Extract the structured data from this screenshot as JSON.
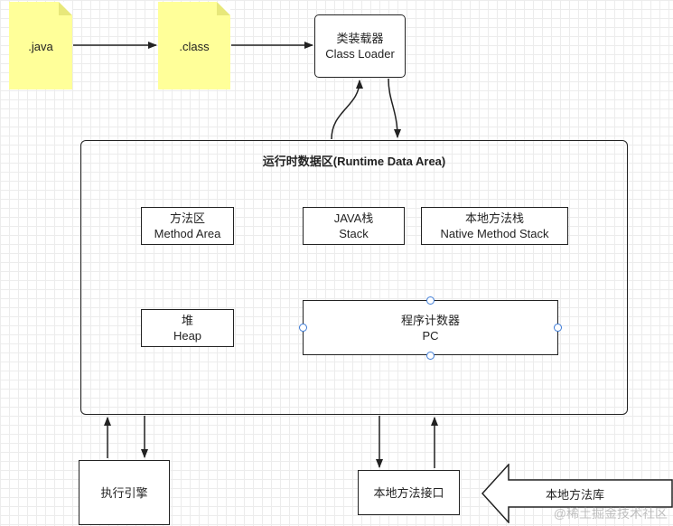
{
  "notes": {
    "java": ".java",
    "class": ".class"
  },
  "class_loader": {
    "line1": "类装载器",
    "line2": "Class Loader"
  },
  "runtime_area": {
    "title": "运行时数据区(Runtime Data Area)",
    "method_area": {
      "line1": "方法区",
      "line2": "Method Area"
    },
    "java_stack": {
      "line1": "JAVA栈",
      "line2": "Stack"
    },
    "native_stack": {
      "line1": "本地方法栈",
      "line2": "Native Method Stack"
    },
    "heap": {
      "line1": "堆",
      "line2": "Heap"
    },
    "pc": {
      "line1": "程序计数器",
      "line2": "PC"
    }
  },
  "execution_engine": "执行引擎",
  "native_interface": "本地方法接口",
  "native_library": "本地方法库",
  "watermark": "@稀土掘金技术社区",
  "colors": {
    "note_fill": "#ffff99",
    "stroke": "#222222",
    "selection_handle": "#3d7bd6"
  }
}
